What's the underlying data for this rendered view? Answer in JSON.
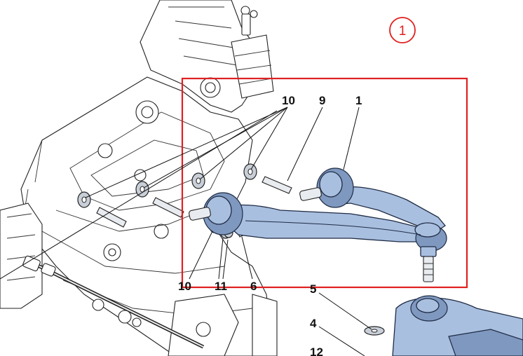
{
  "diagram": {
    "view_badge": "1",
    "callouts": {
      "c10_top": "10",
      "c9": "9",
      "c1": "1",
      "c10_bottom": "10",
      "c11": "11",
      "c6": "6",
      "c5": "5",
      "c4": "4",
      "c12": "12"
    },
    "colors": {
      "highlight_box": "#e02020",
      "part_fill": "#a9bfdf",
      "part_shadow": "#7f98bf",
      "line": "#222222"
    }
  }
}
